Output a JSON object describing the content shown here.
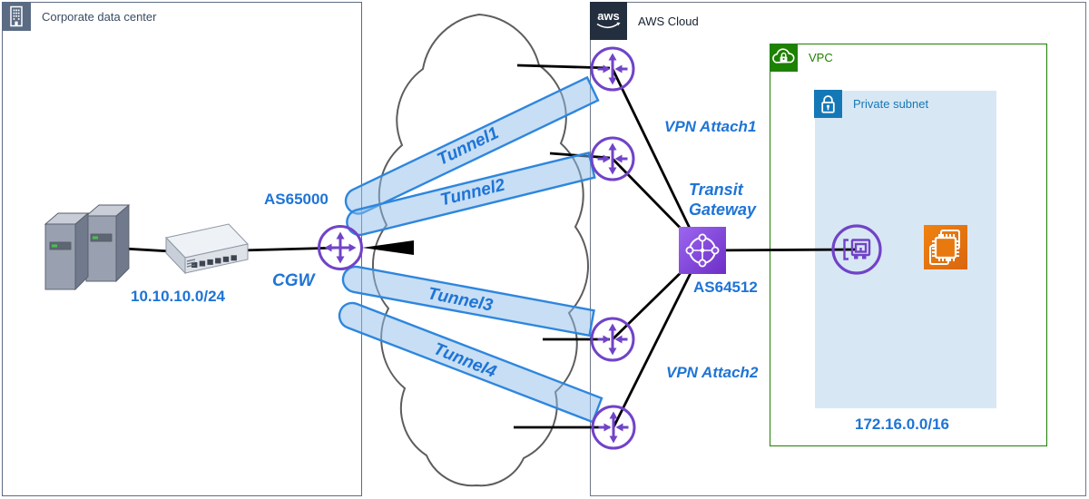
{
  "corporate": {
    "title": "Corporate data center",
    "bgp_as_label": "AS65000",
    "gateway_label": "CGW",
    "cidr_label": "10.10.10.0/24"
  },
  "aws_cloud": {
    "logo_text": "aws",
    "title": "AWS Cloud"
  },
  "vpc": {
    "title": "VPC",
    "cidr_label": "172.16.0.0/16"
  },
  "private_subnet": {
    "title": "Private subnet"
  },
  "transit_gateway": {
    "label": "Transit Gateway",
    "bgp_as_label": "AS64512"
  },
  "vpn": {
    "attachment1_label": "VPN Attach1",
    "attachment2_label": "VPN Attach2"
  },
  "tunnels": {
    "tunnel1": "Tunnel1",
    "tunnel2": "Tunnel2",
    "tunnel3": "Tunnel3",
    "tunnel4": "Tunnel4"
  },
  "icons": {
    "corporate-building-icon": "building glyph (white outline on slate square)",
    "aws-logo-icon": "aws wordmark with smile arrow",
    "vpc-cloud-lock-icon": "cloud with lock (white on green square)",
    "private-subnet-lock-icon": "lock (white on blue square)",
    "customer-gateway-router-icon": "purple circle, four outward arrows",
    "vpn-endpoint-router-icon": "purple circle, vertical double arrow + inward horizontal arrows",
    "transit-gateway-icon": "purple gradient square, circle with four node dots",
    "eni-icon": "purple circle, network interface card glyph",
    "ec2-instance-icon": "orange gradient square, chip with overlapping frames",
    "servers-icon": "two gray server towers",
    "switch-icon": "gray network switch with ports"
  },
  "colors": {
    "label_blue": "#1e74d6",
    "tunnel_fill": "#8fbde9",
    "tunnel_stroke": "#2e86de",
    "purple": "#7143c8",
    "vpc_green": "#1d8102",
    "subnet_blue": "#1578b6",
    "subnet_bg": "#d8e7f4",
    "aws_dark": "#232f3e",
    "corporate_slate": "#5b6b84",
    "tgw_gradient_start": "#9c66f0",
    "tgw_gradient_end": "#6d2ec6",
    "ec2_gradient_start": "#f0830f",
    "ec2_gradient_end": "#d9660f",
    "line_black": "#000000",
    "cloud_stroke": "#5d5d5d"
  }
}
